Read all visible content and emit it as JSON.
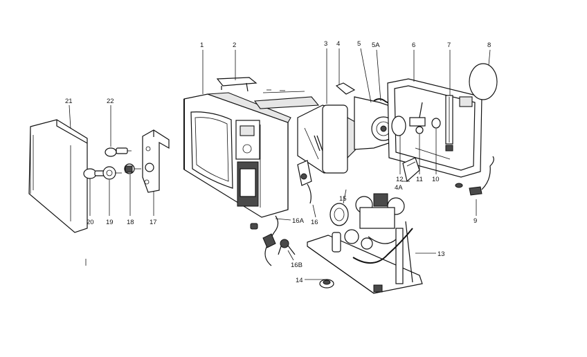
{
  "labels": {
    "l1": "1",
    "l2": "2",
    "l3": "3",
    "l4": "4",
    "l4a": "4A",
    "l5": "5",
    "l5a": "5A",
    "l6": "6",
    "l7": "7",
    "l8": "8",
    "l9": "9",
    "l10": "10",
    "l11": "11",
    "l12": "12",
    "l13": "13",
    "l14": "14",
    "l15": "15",
    "l16": "16",
    "l16a": "16A",
    "l16b": "16B",
    "l17": "17",
    "l18": "18",
    "l19": "19",
    "l20": "20",
    "l21": "21",
    "l22": "22"
  }
}
